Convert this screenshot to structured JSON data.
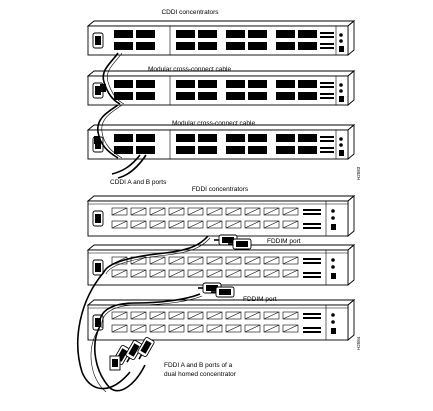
{
  "figure": {
    "labels": {
      "cddi_concentrators": "CDDI concentrators",
      "cross_connect_1": "Modular cross-connect cable",
      "cross_connect_2": "Modular cross-connect cable",
      "cddi_ab_ports": "CDDI A and B ports",
      "fddi_concentrators": "FDDI concentrators",
      "fddim_port_1": "FDDIM port",
      "fddim_port_2": "FDDIM port",
      "fddi_ab_line1": "FDDI A and B ports of a",
      "fddi_ab_line2": "dual homed concentrator"
    },
    "figure_ids": {
      "top": "H2583",
      "bottom": "H2584"
    }
  }
}
